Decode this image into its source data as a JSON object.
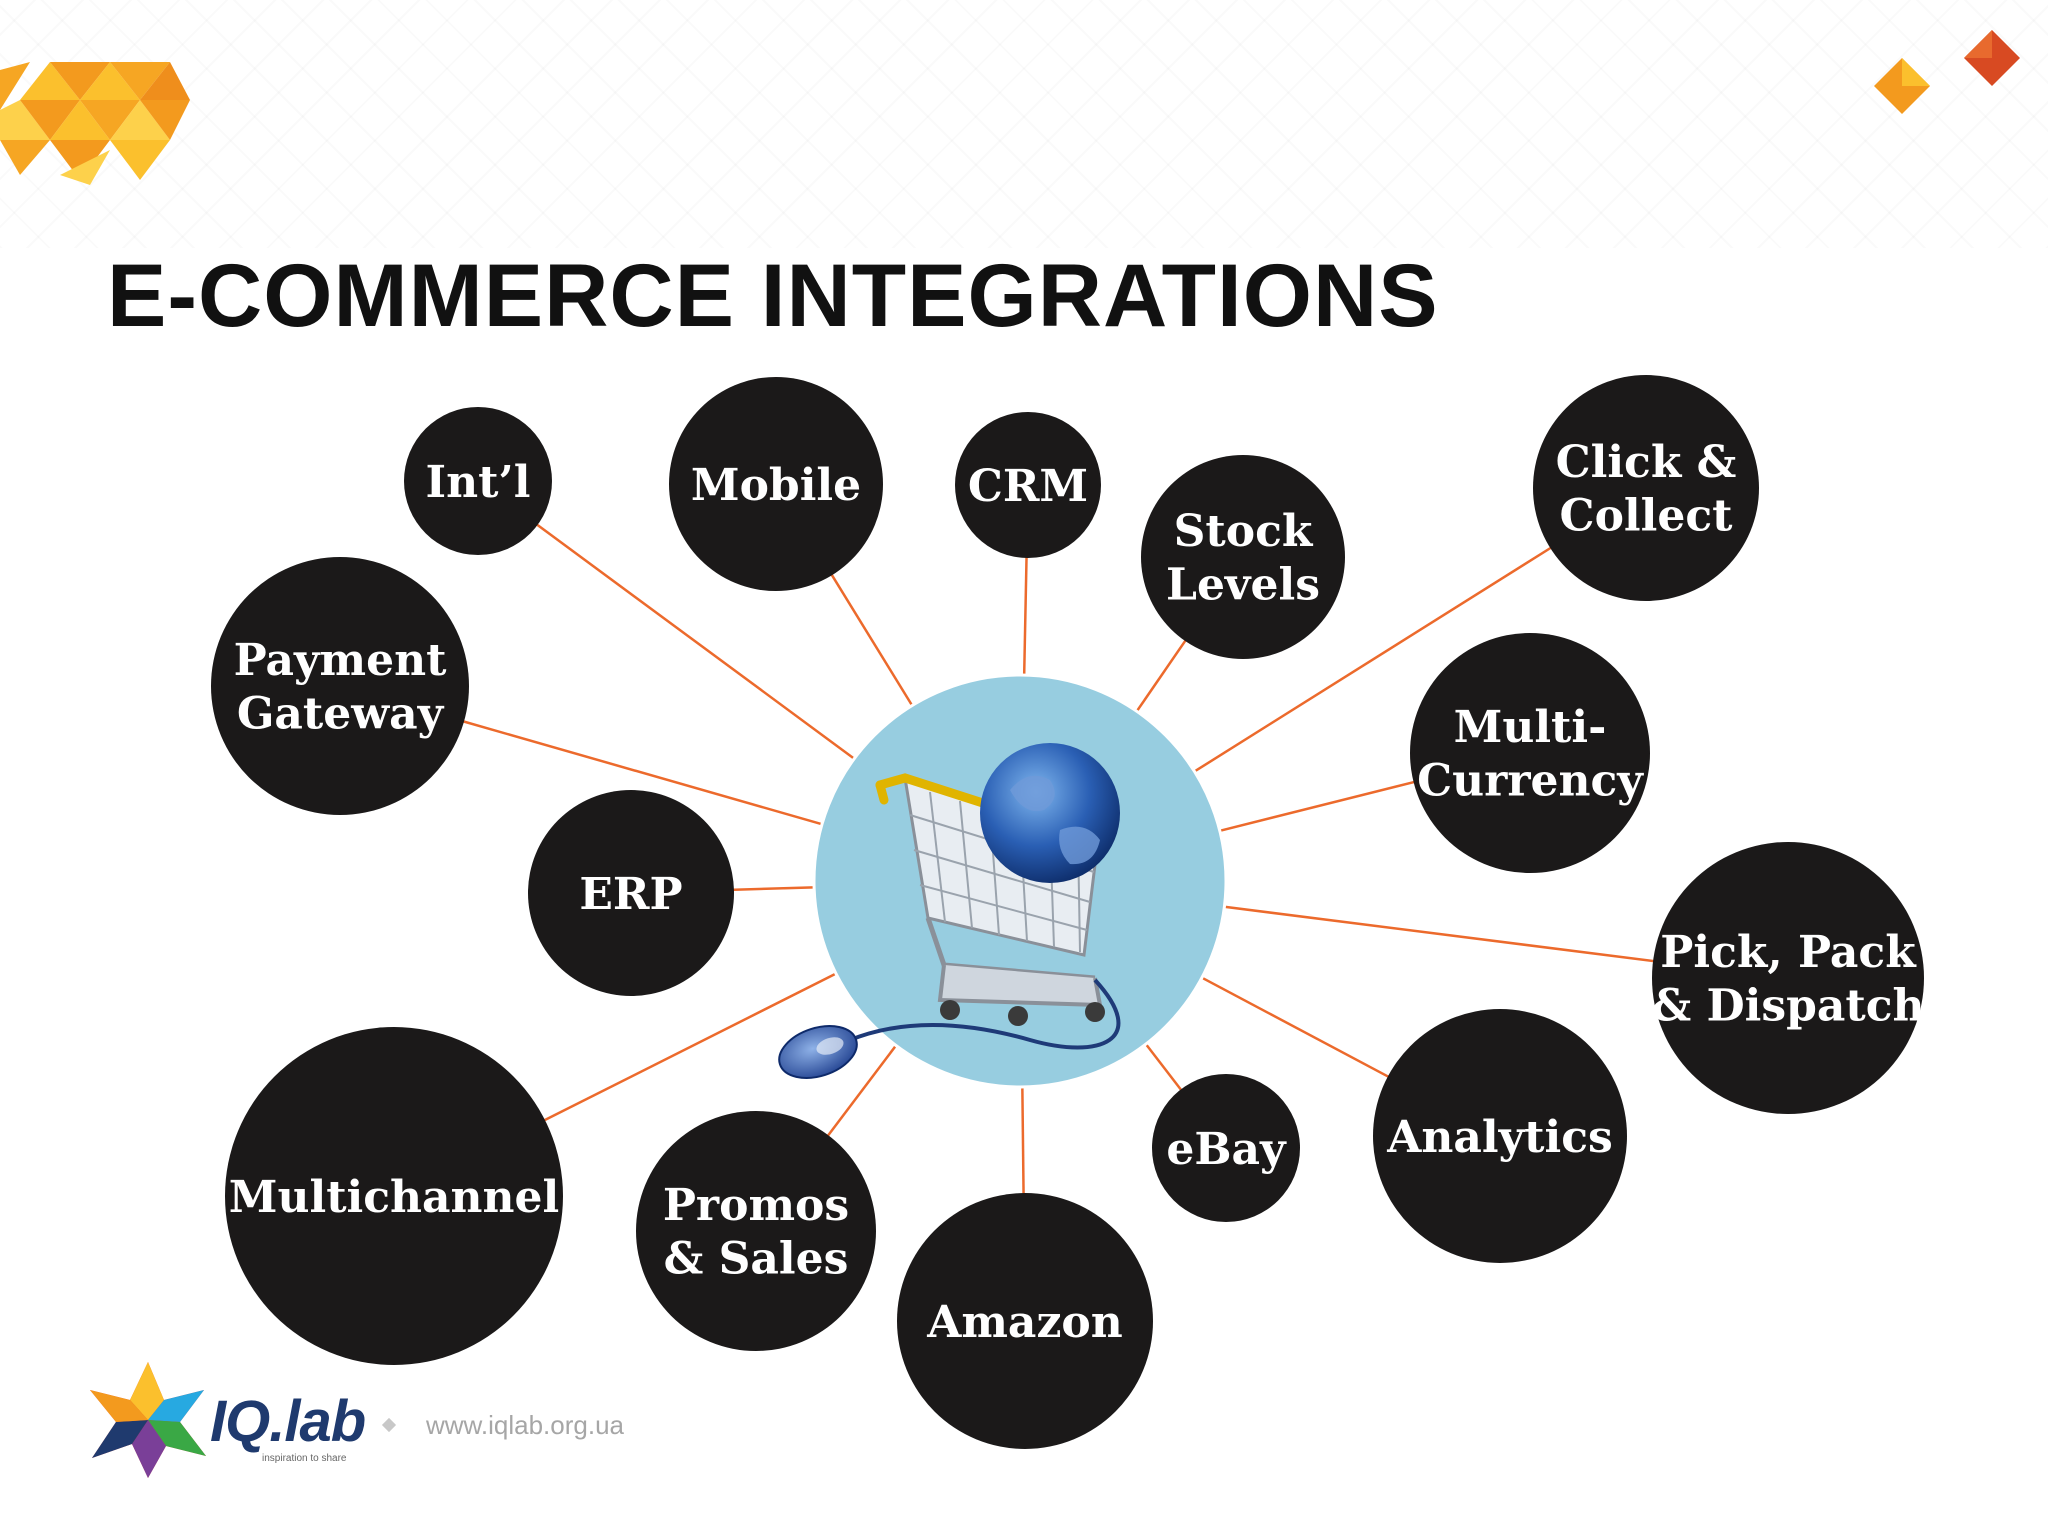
{
  "slide": {
    "title": "E-COMMERCE INTEGRATIONS"
  },
  "colors": {
    "node_fill": "#1b1919",
    "connector": "#ec6a2c",
    "hub_fill": "#97cde0",
    "accent_orange": "#f39a1e",
    "accent_yellow": "#fbc02d",
    "accent_red": "#d84a22"
  },
  "diagram": {
    "center": {
      "icon": "shopping-cart-globe-icon"
    },
    "nodes": [
      {
        "id": "intl",
        "lines": [
          "Int’l"
        ]
      },
      {
        "id": "mobile",
        "lines": [
          "Mobile"
        ]
      },
      {
        "id": "crm",
        "lines": [
          "CRM"
        ]
      },
      {
        "id": "stock-levels",
        "lines": [
          "Stock",
          "Levels"
        ]
      },
      {
        "id": "click-collect",
        "lines": [
          "Click &",
          "Collect"
        ]
      },
      {
        "id": "payment-gateway",
        "lines": [
          "Payment",
          "Gateway"
        ]
      },
      {
        "id": "multi-currency",
        "lines": [
          "Multi-",
          "Currency"
        ]
      },
      {
        "id": "erp",
        "lines": [
          "ERP"
        ]
      },
      {
        "id": "pick-pack-dispatch",
        "lines": [
          "Pick, Pack",
          "& Dispatch"
        ]
      },
      {
        "id": "multichannel",
        "lines": [
          "Multichannel"
        ]
      },
      {
        "id": "promos-sales",
        "lines": [
          "Promos",
          "& Sales"
        ]
      },
      {
        "id": "amazon",
        "lines": [
          "Amazon"
        ]
      },
      {
        "id": "ebay",
        "lines": [
          "eBay"
        ]
      },
      {
        "id": "analytics",
        "lines": [
          "Analytics"
        ]
      }
    ]
  },
  "footer": {
    "brand": "IQ.lab",
    "tagline": "inspiration to share",
    "website": "www.iqlab.org.ua"
  }
}
